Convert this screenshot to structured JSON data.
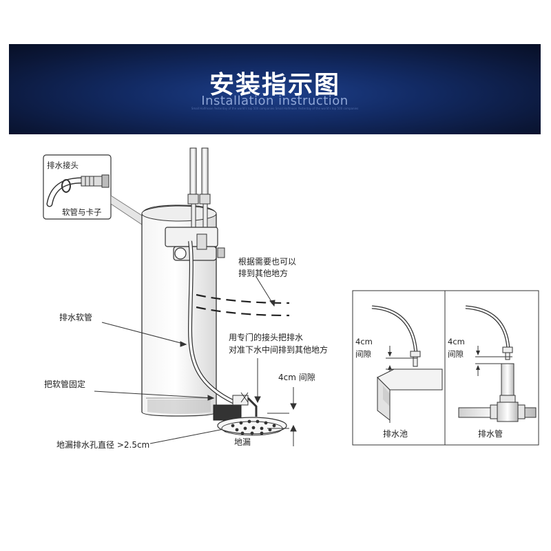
{
  "banner": {
    "title": "安装指示图",
    "subtitle": "Installation instruction",
    "fine_print": "Small Halfmoon Yesterday of the world's top 500 companies Small Halfmoon Yesterday of the world's top 500 companies"
  },
  "inset": {
    "drain_connector": "排水接头",
    "hose_and_clip": "软管与卡子"
  },
  "main": {
    "alt_route_line1": "根据需要也可以",
    "alt_route_line2": "排到其他地方",
    "drain_hose": "排水软管",
    "special_connector_line1": "用专门的接头把排水",
    "special_connector_line2": "对准下水中间排到其他地方",
    "gap_4cm": "4cm 间隙",
    "fix_hose": "把软管固定",
    "floor_drain_spec": "地漏排水孔直径 >2.5cm",
    "floor_drain": "地漏"
  },
  "sink_panel": {
    "gap_value": "4cm",
    "gap_label": "间隙",
    "caption": "排水池"
  },
  "pipe_panel": {
    "gap_value": "4cm",
    "gap_label": "间隙",
    "caption": "排水管"
  }
}
